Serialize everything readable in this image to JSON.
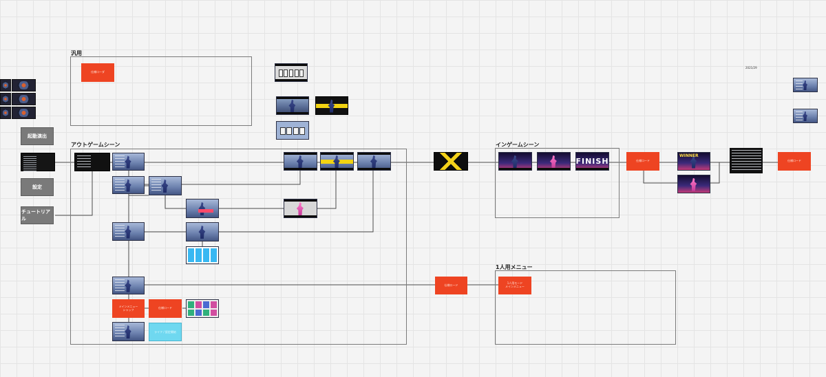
{
  "frames": {
    "general": {
      "title": "汎用"
    },
    "outgame": {
      "title": "アウトゲームシーン"
    },
    "ingame": {
      "title": "インゲームシーン"
    },
    "single_menu": {
      "title": "1人用メニュー"
    }
  },
  "side_buttons": {
    "startup": "起動演出",
    "settings": "設定",
    "tutorial": "チュートリアル"
  },
  "notes": {
    "general_note": "仕様ローダ",
    "ingame_exit_note": "仕様ロード",
    "result_exit_note": "仕様ロード",
    "menu_bridge_note": "仕様ロード",
    "single_menu_note": "1人用モード\nメインメニュー",
    "menu_select_note": "メインメニュー\nシャッフ",
    "loading_note": "仕様ロード",
    "cyan_button": "ライフ / 設定開始"
  },
  "ingame": {
    "finish_text": "FINISH",
    "winner_text": "WINNER"
  },
  "date_label": "2021/29",
  "colors": {
    "note_red": "#ee4422",
    "button_grey": "#7a7a7a",
    "frame_border": "#7a7a7a",
    "accent_yellow": "#f2d312"
  }
}
